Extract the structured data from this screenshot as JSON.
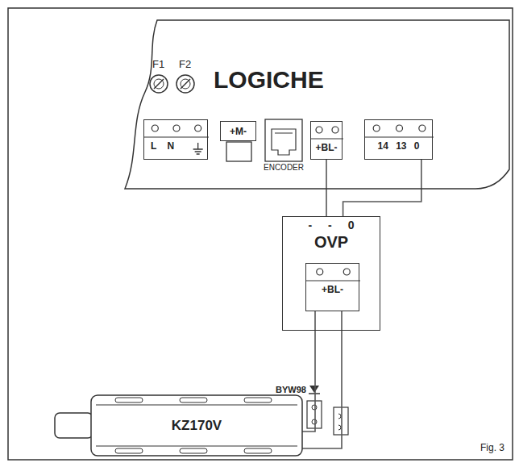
{
  "diagram": {
    "caption": "Fig. 3",
    "nodes": [
      {
        "text": [
          "LOGICHE"
        ]
      },
      {
        "text": [
          "L N"
        ],
        "in": 0
      },
      {
        "text": [
          "+M-"
        ],
        "in": 0
      },
      {
        "text": [
          "ENCODER"
        ],
        "in": 0
      },
      {
        "text": [
          "+BL-"
        ],
        "in": 0
      },
      {
        "text": [
          "14 13 0"
        ],
        "in": 0
      },
      {
        "text": [
          "- - 0",
          "OVP"
        ]
      },
      {
        "text": [
          "+BL-"
        ],
        "in": 6
      },
      {
        "text": [
          "KZ170V"
        ]
      }
    ],
    "edges": [
      {
        "from": 4,
        "to": 6,
        "arrow": "none"
      },
      {
        "from": 5,
        "to": 6,
        "arrow": "none"
      },
      {
        "from": 7,
        "to": 8,
        "arrow": "none"
      },
      {
        "from": 7,
        "to": 8,
        "arrow": "none"
      }
    ],
    "labels": [
      "F1",
      "F2",
      "BYW98"
    ]
  }
}
